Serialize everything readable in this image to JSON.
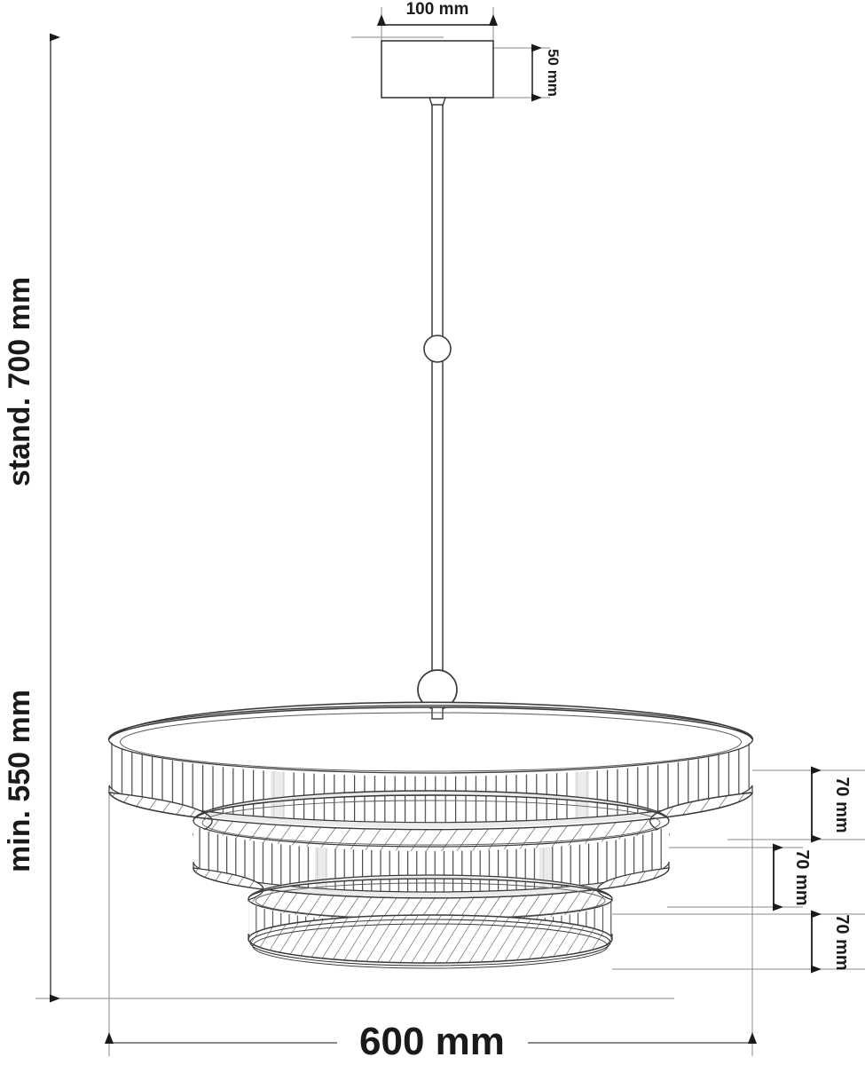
{
  "drawing": {
    "title": "pendant-lamp-technical-dimension-drawing",
    "product": "three-tier round pendant lamp",
    "units": "mm",
    "line_color": "#3a3a3a",
    "dim_line_color": "#8a8a8a",
    "text_color": "#1a1a1a",
    "shade_fill": "#ffffff",
    "shade_rim_fill": "#ececec"
  },
  "dimensions": {
    "canopy_width": "100 mm",
    "canopy_height": "50 mm",
    "standard_drop": "stand. 700 mm",
    "minimum_drop": "min. 550 mm",
    "overall_width": "600 mm",
    "tier_1_height": "70 mm",
    "tier_2_height": "70 mm",
    "tier_3_height": "70 mm"
  },
  "labels": {
    "canopy_width": "100 mm",
    "canopy_height": "50 mm",
    "standard_drop": "stand. 700 mm",
    "minimum_drop": "min. 550 mm",
    "overall_width": "600 mm",
    "tier_top": "70 mm",
    "tier_middle": "70 mm",
    "tier_bottom": "70 mm"
  },
  "parts": {
    "canopy": "ceiling-canopy",
    "rod": "suspension-rod",
    "upper_joint": "upper-ball-joint",
    "lower_joint": "lower-ball-joint",
    "tier_top": "shade-tier-top",
    "tier_middle": "shade-tier-middle",
    "tier_bottom": "shade-tier-bottom"
  }
}
